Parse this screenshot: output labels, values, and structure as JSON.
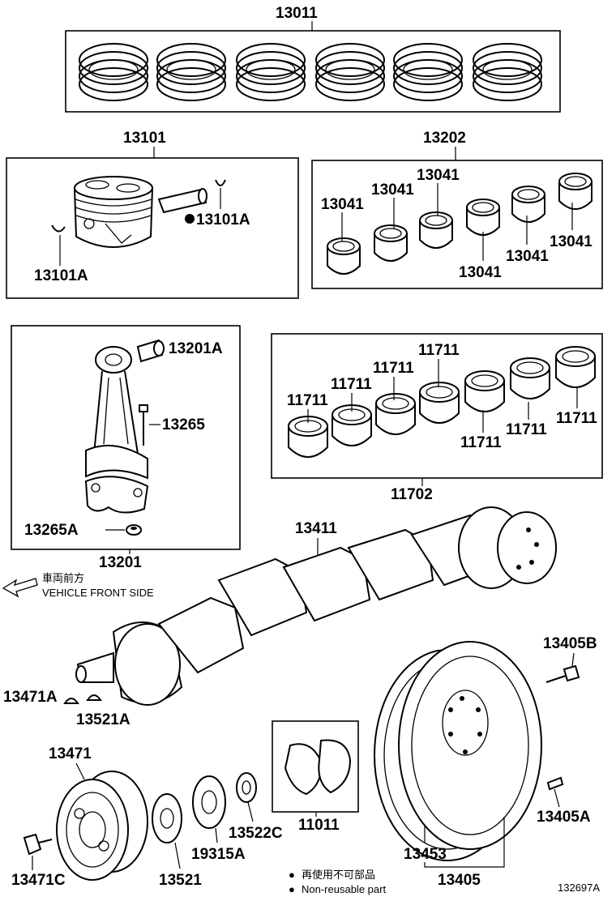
{
  "diagram_id": "132697A",
  "legend": {
    "symbol": "●",
    "line1": "再使用不可部品",
    "line2": "Non-reusable part"
  },
  "direction": {
    "japanese": "車両前方",
    "english": "VEHICLE FRONT SIDE"
  },
  "parts": {
    "ring_set": "13011",
    "piston_sub_assy": "13101",
    "piston_pin_clip": "13101A",
    "con_rod_bearing_set": "13202",
    "con_rod_bearing": "13041",
    "con_rod_bushing": "13201A",
    "con_rod_bolt": "13265",
    "con_rod_nut": "13265A",
    "con_rod_sub_assy": "13201",
    "crank_bearing": "11711",
    "crank_bearing_set": "11702",
    "crankshaft": "13411",
    "flywheel_bolt": "13405B",
    "pulley_key": "13471A",
    "crank_key": "13521A",
    "crank_pulley": "13471",
    "flywheel_sub_assy": "13405",
    "ring_gear": "13453",
    "flywheel_locator": "13405A",
    "thrust_washer_set": "11011",
    "gear_13522C": "13522C",
    "gear_19315A": "19315A",
    "crank_timing_gear": "13521",
    "pulley_bolt": "13471C"
  }
}
